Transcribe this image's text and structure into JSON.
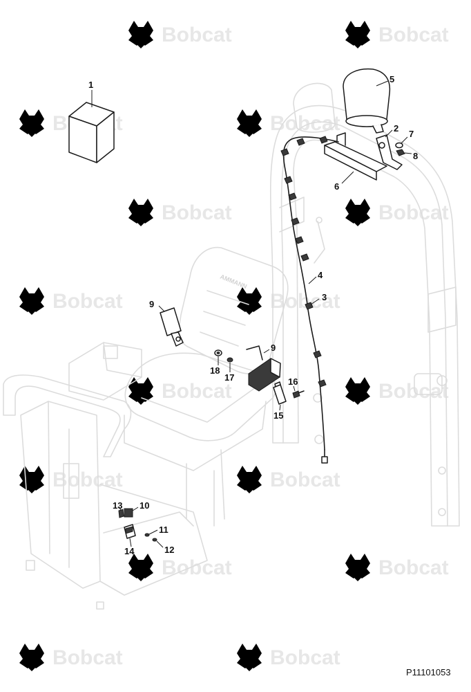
{
  "watermark": {
    "brand": "Bobcat",
    "logo_icon": "bobcat-head-logo-icon",
    "color": "#e7e7e7"
  },
  "figure": {
    "code": "P11101053",
    "seat_brand": "AMMANN"
  },
  "callouts": [
    "1",
    "2",
    "3",
    "4",
    "5",
    "6",
    "7",
    "8",
    "9",
    "9",
    "10",
    "11",
    "12",
    "13",
    "14",
    "15",
    "16",
    "17",
    "18"
  ],
  "colors": {
    "line": "#1a1a1a",
    "ghost": "#dcdcdc",
    "background": "#ffffff"
  }
}
